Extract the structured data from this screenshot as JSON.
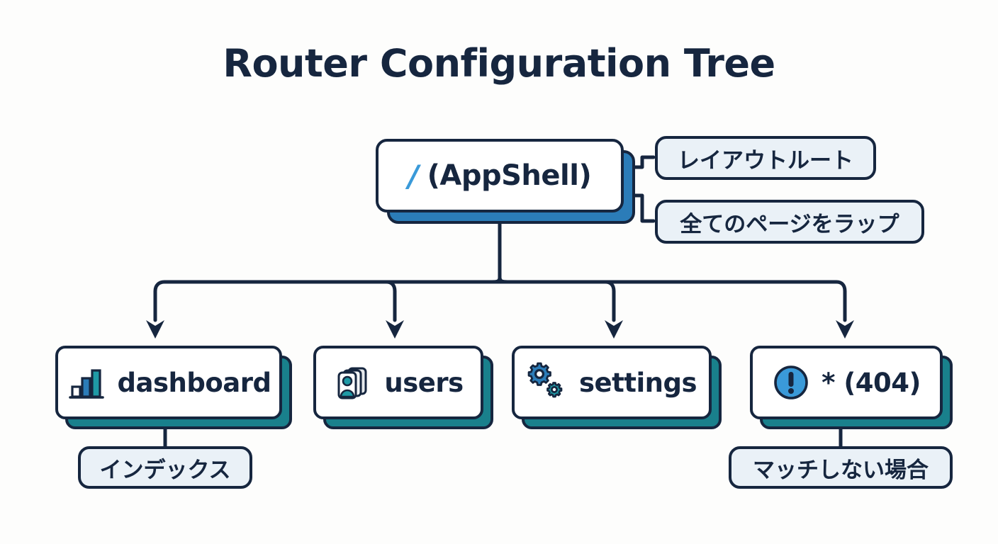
{
  "page": {
    "title": "Router Configuration Tree",
    "background_color": "#fdfdfc",
    "ink_color": "#16263f",
    "accent_blue": "#2b7cb8",
    "accent_teal": "#19808c"
  },
  "root": {
    "prefix": "/",
    "label": "(AppShell)",
    "icon": "slash-icon",
    "shadow_color": "#2b7cb8"
  },
  "children": [
    {
      "label": "dashboard",
      "icon": "bar-chart-icon",
      "shadow_color": "#19808c"
    },
    {
      "label": "users",
      "icon": "users-cards-icon",
      "shadow_color": "#19808c"
    },
    {
      "label": "settings",
      "icon": "gears-icon",
      "shadow_color": "#19808c"
    },
    {
      "label": "* (404)",
      "icon": "exclamation-circle-icon",
      "shadow_color": "#19808c"
    }
  ],
  "notes": {
    "layout_route": "レイアウトルート",
    "wraps_all_pages": "全てのページをラップ",
    "index": "インデックス",
    "no_match": "マッチしない場合"
  }
}
